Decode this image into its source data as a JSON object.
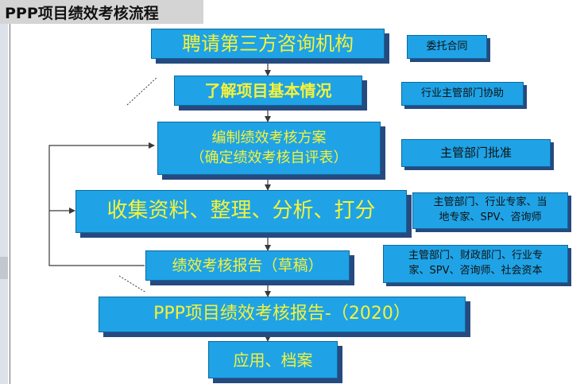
{
  "title": "PPP项目绩效考核流程",
  "steps": [
    "聘请第三方咨询机构",
    "了解项目基本情况",
    "编制绩效考核方案\n（确定绩效考核自评表）",
    "收集资料、整理、分析、打分",
    "绩效考核报告（草稿）",
    "PPP项目绩效考核报告-（2020）",
    "应用、档案"
  ],
  "notes": [
    "委托合同",
    "行业主管部门协助",
    "主管部门批准",
    "主管部门、行业专家、当\n地专家、SPV、咨询师",
    "主管部门、财政部门、行业专\n家、SPV、咨询师、社会资本"
  ],
  "colors": {
    "box_fill": "#1fa3e6",
    "box_shadow": "#264a80",
    "box_text": "#f5f23a",
    "connector": "#3a3a3a"
  }
}
